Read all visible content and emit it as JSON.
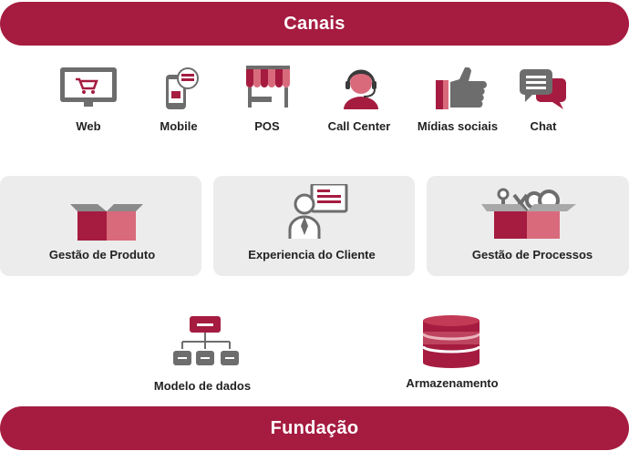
{
  "banners": {
    "top": "Canais",
    "bottom": "Fundação"
  },
  "channels": [
    {
      "label": "Web",
      "icon": "monitor-cart-icon"
    },
    {
      "label": "Mobile",
      "icon": "mobile-phone-icon"
    },
    {
      "label": "POS",
      "icon": "store-front-icon"
    },
    {
      "label": "Call Center",
      "icon": "headset-agent-icon"
    },
    {
      "label": "Mídias sociais",
      "icon": "thumbs-up-icon"
    },
    {
      "label": "Chat",
      "icon": "chat-bubbles-icon"
    }
  ],
  "middle": [
    {
      "label": "Gestão de Produto",
      "icon": "product-box-icon"
    },
    {
      "label": "Experiencia do Cliente",
      "icon": "customer-presentation-icon"
    },
    {
      "label": "Gestão de Processos",
      "icon": "process-gears-box-icon"
    }
  ],
  "foundation": [
    {
      "label": "Modelo de dados",
      "icon": "data-model-tree-icon"
    },
    {
      "label": "Armazenamento",
      "icon": "database-storage-icon"
    }
  ],
  "colors": {
    "accent": "#a51c40",
    "accent_light": "#d86a7c",
    "gray_icon": "#6d6d6d",
    "panel": "#ececec"
  }
}
